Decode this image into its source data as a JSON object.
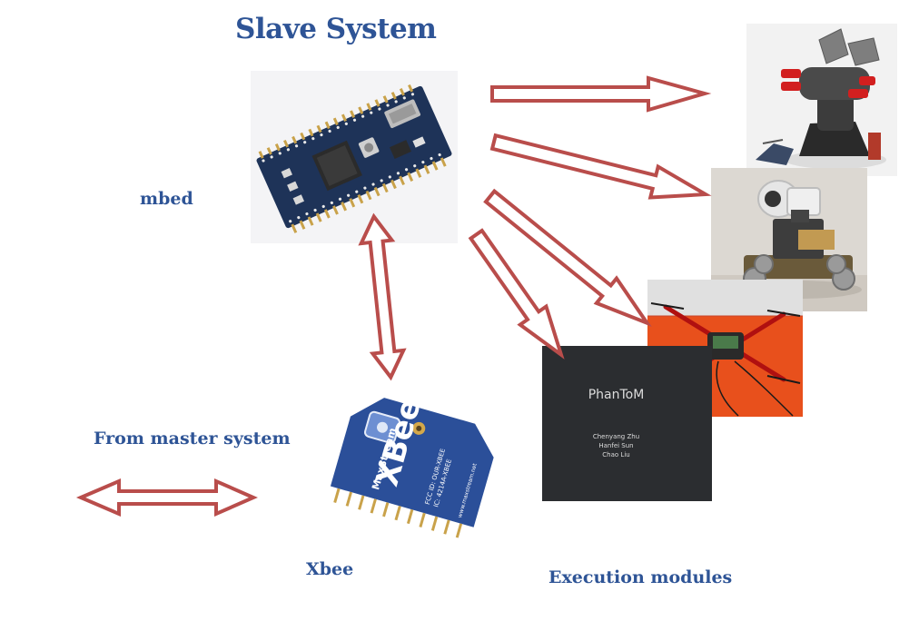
{
  "title": "Slave System",
  "labels": {
    "mbed": "mbed",
    "from_master": "From master system",
    "xbee": "Xbee",
    "execution": "Execution modules"
  },
  "xbee_chip": {
    "brand": "XBee",
    "maker": "MaxStream",
    "fcc": "FCC ID: OUR-XBEE",
    "ic": "IC: 4214A-XBEE",
    "url": "www.maxstream.net"
  },
  "phantom_slide": {
    "title": "PhanToM",
    "authors": [
      "Chenyang Zhu",
      "Hanfei Sun",
      "Chao Liu"
    ]
  },
  "colors": {
    "label": "#2e5496",
    "arrow_stroke": "#b94d4b",
    "arrow_fill": "#ffffff",
    "pcb": "#1e3358",
    "slide_bg": "#2b2d30",
    "orange_bg": "#e8501c"
  }
}
